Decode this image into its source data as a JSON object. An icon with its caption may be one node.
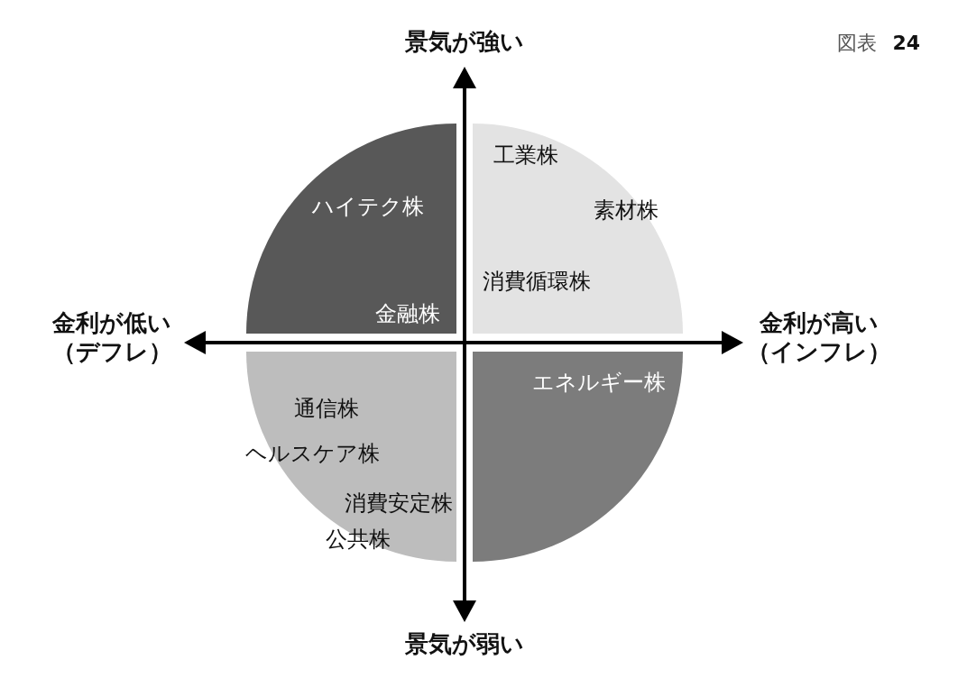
{
  "diagram": {
    "title": "図表 **24**",
    "nodes": [
      {
        "text": [
          "ハイテク株",
          "金融株"
        ]
      },
      {
        "text": [
          "工業株",
          "素材株",
          "消費循環株"
        ]
      },
      {
        "text": [
          "通信株",
          "ヘルスケア株",
          "消費安定株",
          "公共株"
        ]
      },
      {
        "text": [
          "エネルギー株"
        ]
      }
    ],
    "labels": [
      "景気が強い",
      "金利が低い（デフレ）",
      "金利が高い（インフレ）",
      "景気が弱い"
    ]
  }
}
